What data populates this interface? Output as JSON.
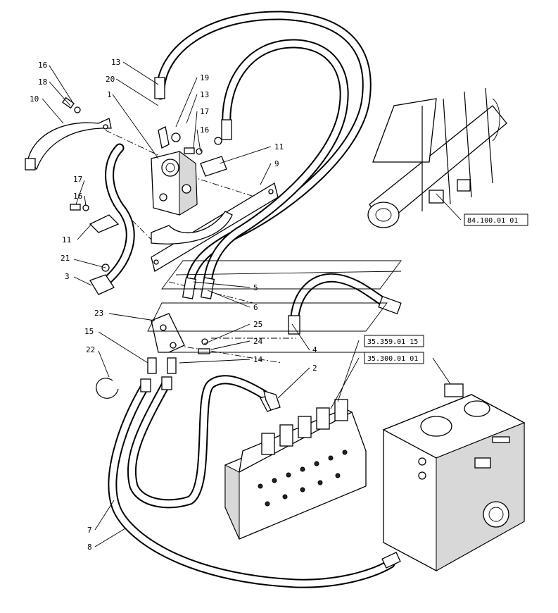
{
  "callouts": {
    "c16a": "16",
    "c18": "18",
    "c10": "10",
    "c13a": "13",
    "c20": "20",
    "c1": "1",
    "c19": "19",
    "c13b": "13",
    "c17a": "17",
    "c16b": "16",
    "c11a": "11",
    "c9": "9",
    "c17b": "17",
    "c16c": "16",
    "c11b": "11",
    "c21": "21",
    "c3": "3",
    "c5": "5",
    "c6": "6",
    "c23": "23",
    "c15": "15",
    "c22": "22",
    "c25": "25",
    "c24": "24",
    "c14": "14",
    "c4": "4",
    "c2": "2",
    "c7": "7",
    "c8": "8"
  },
  "references": {
    "ref_top": "84.100.01 01",
    "ref_mid": "35.359.01 15",
    "ref_low": "35.300.01 01"
  }
}
